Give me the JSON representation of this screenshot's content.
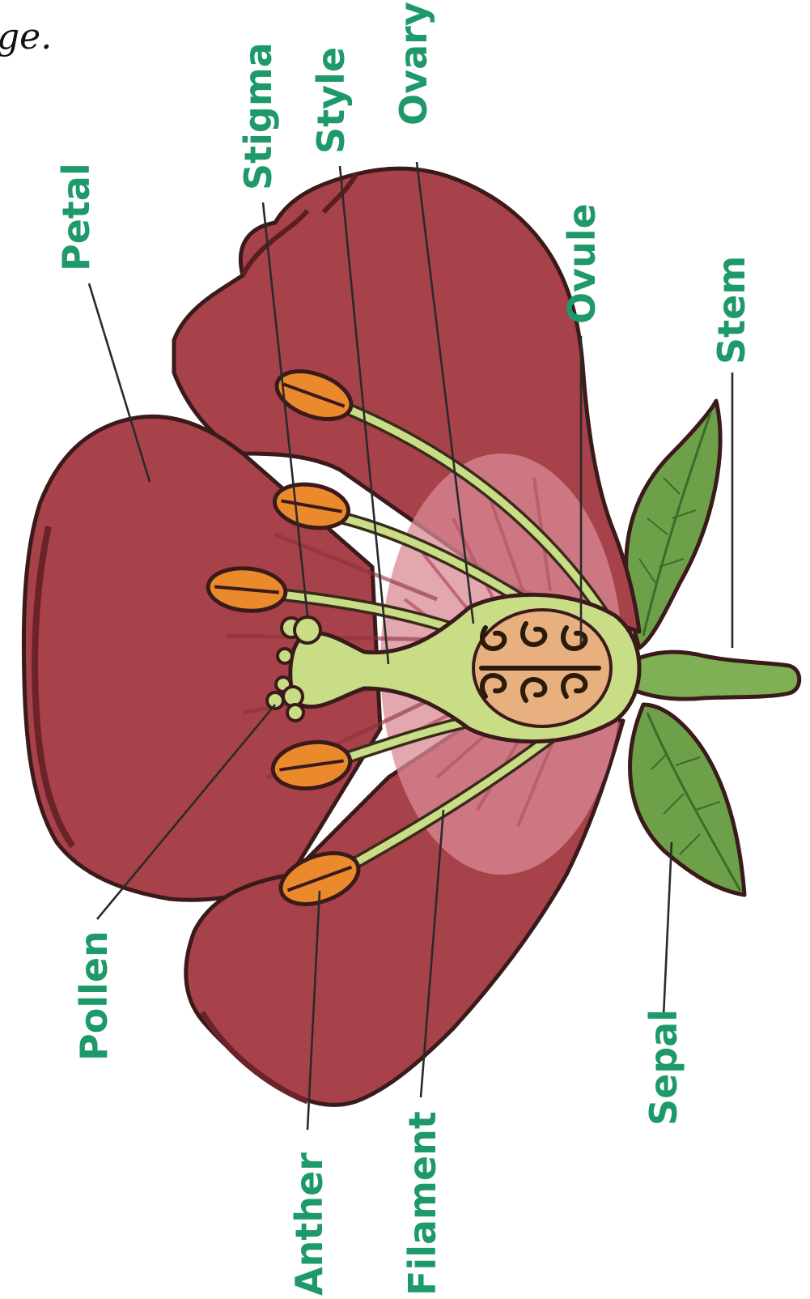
{
  "corner_text": "ge.",
  "labels": {
    "petal": "Petal",
    "stigma": "Stigma",
    "style": "Style",
    "ovary": "Ovary",
    "ovule": "Ovule",
    "stem": "Stem",
    "pollen": "Pollen",
    "anther": "Anther",
    "filament": "Filament",
    "sepal": "Sepal"
  },
  "colors": {
    "petal": "#a8424a",
    "petal_dark": "#8a3238",
    "petal_pink": "#d98a96",
    "pistil": "#c9dd86",
    "ovary_inner": "#e8b07e",
    "anther": "#ea8a2c",
    "sepal": "#6ea04a",
    "label": "#1e9a6a"
  }
}
